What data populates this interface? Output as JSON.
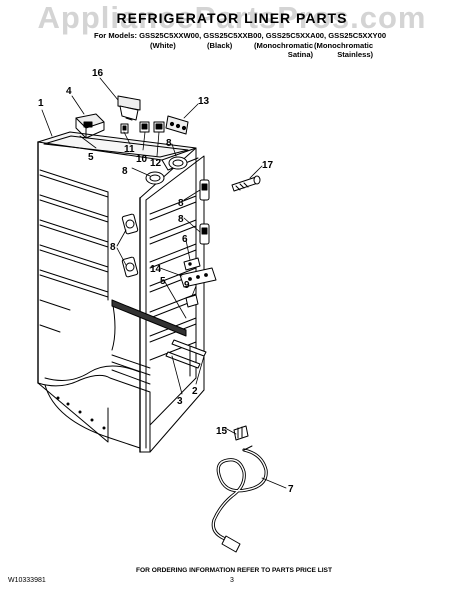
{
  "watermark": "AppliancePartsPros.com",
  "header": {
    "title": "REFRIGERATOR LINER PARTS",
    "models": "For Models: GSS25C5XXW00, GSS25C5XXB00, GSS25C5XXA00, GSS25C5XXY00",
    "finishes": [
      {
        "line1": "(White)",
        "line2": ""
      },
      {
        "line1": "(Black)",
        "line2": ""
      },
      {
        "line1": "(Monochromatic",
        "line2": "Satina)"
      },
      {
        "line1": "(Monochromatic",
        "line2": "Stainless)"
      }
    ]
  },
  "callouts": [
    "1",
    "2",
    "3",
    "4",
    "5",
    "6",
    "7",
    "8",
    "9",
    "10",
    "11",
    "12",
    "13",
    "14",
    "15",
    "16",
    "17"
  ],
  "footer": {
    "ordering_info": "FOR ORDERING INFORMATION REFER TO PARTS PRICE LIST",
    "doc_number": "W10333981",
    "page_number": "3"
  }
}
